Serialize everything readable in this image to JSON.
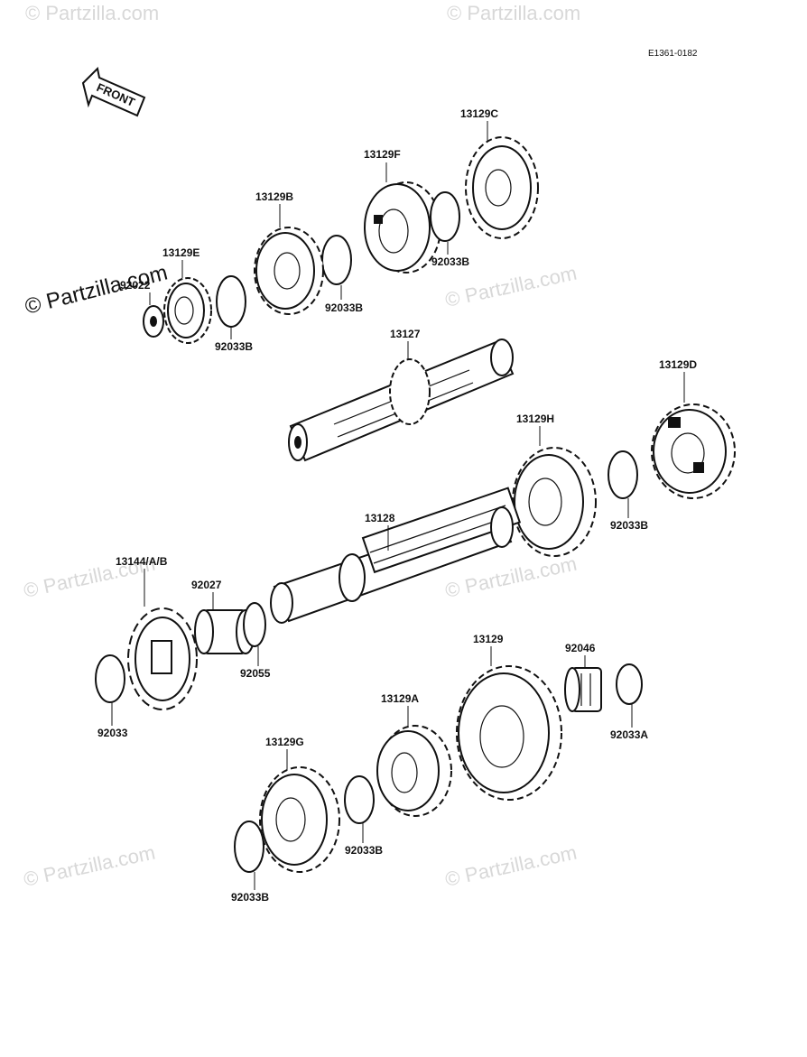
{
  "diagram": {
    "code": "E1361-0182",
    "front_label": "FRONT",
    "watermarks": [
      "© Partzilla.com",
      "© Partzilla.com",
      "© Partzilla.com",
      "© Partzilla.com",
      "© Partzilla.com",
      "© Partzilla.com",
      "© Partzilla.com",
      "© Partzilla.com"
    ],
    "labels": {
      "p13129C": "13129C",
      "p13129F": "13129F",
      "p13129B": "13129B",
      "p13129E": "13129E",
      "p92022": "92022",
      "p92033B_1": "92033B",
      "p92033B_2": "92033B",
      "p92033B_3": "92033B",
      "p92033B_4": "92033B",
      "p92033B_5": "92033B",
      "p92033B_6": "92033B",
      "p13127": "13127",
      "p13129D": "13129D",
      "p13129H": "13129H",
      "p13128": "13128",
      "p13144": "13144/A/B",
      "p92027": "92027",
      "p92055": "92055",
      "p92033": "92033",
      "p13129": "13129",
      "p92046": "92046",
      "p92033A": "92033A",
      "p13129A": "13129A",
      "p13129G": "13129G"
    }
  }
}
